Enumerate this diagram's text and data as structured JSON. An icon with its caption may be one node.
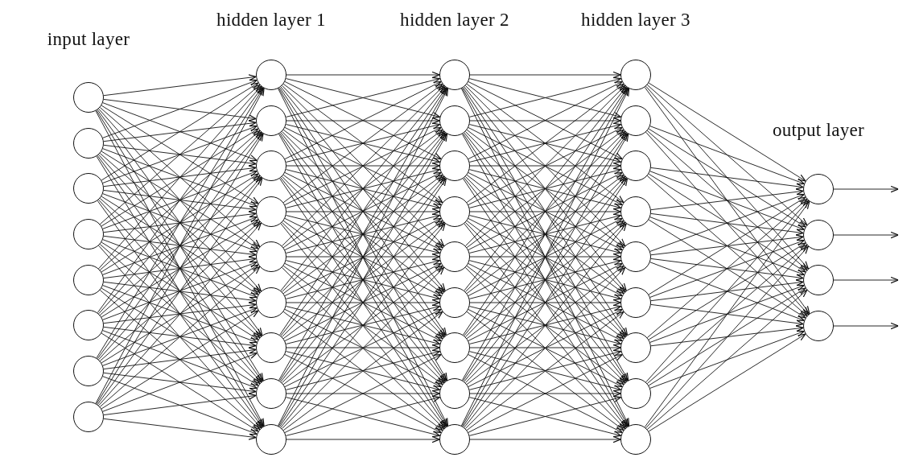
{
  "diagram": {
    "nodes": [
      {
        "text": [],
        "shape": "circle"
      },
      {
        "text": [],
        "shape": "circle"
      },
      {
        "text": [],
        "shape": "circle"
      },
      {
        "text": [],
        "shape": "circle"
      },
      {
        "text": [],
        "shape": "circle"
      },
      {
        "text": [],
        "shape": "circle"
      },
      {
        "text": [],
        "shape": "circle"
      },
      {
        "text": [],
        "shape": "circle"
      },
      {
        "text": [],
        "shape": "circle"
      },
      {
        "text": [],
        "shape": "circle"
      },
      {
        "text": [],
        "shape": "circle"
      },
      {
        "text": [],
        "shape": "circle"
      },
      {
        "text": [],
        "shape": "circle"
      },
      {
        "text": [],
        "shape": "circle"
      },
      {
        "text": [],
        "shape": "circle"
      },
      {
        "text": [],
        "shape": "circle"
      },
      {
        "text": [],
        "shape": "circle"
      },
      {
        "text": [],
        "shape": "circle"
      },
      {
        "text": [],
        "shape": "circle"
      },
      {
        "text": [],
        "shape": "circle"
      },
      {
        "text": [],
        "shape": "circle"
      },
      {
        "text": [],
        "shape": "circle"
      },
      {
        "text": [],
        "shape": "circle"
      },
      {
        "text": [],
        "shape": "circle"
      },
      {
        "text": [],
        "shape": "circle"
      },
      {
        "text": [],
        "shape": "circle"
      },
      {
        "text": [],
        "shape": "circle"
      },
      {
        "text": [],
        "shape": "circle"
      },
      {
        "text": [],
        "shape": "circle"
      },
      {
        "text": [],
        "shape": "circle"
      },
      {
        "text": [],
        "shape": "circle"
      },
      {
        "text": [],
        "shape": "circle"
      },
      {
        "text": [],
        "shape": "circle"
      },
      {
        "text": [],
        "shape": "circle"
      },
      {
        "text": [],
        "shape": "circle"
      },
      {
        "text": [],
        "shape": "circle"
      },
      {
        "text": [],
        "shape": "circle"
      },
      {
        "text": [],
        "shape": "circle"
      },
      {
        "text": [],
        "shape": "circle"
      }
    ],
    "edges": [
      {
        "from": 0,
        "to": 8,
        "arrow": "to"
      },
      {
        "from": 0,
        "to": 9,
        "arrow": "to"
      },
      {
        "from": 0,
        "to": 10,
        "arrow": "to"
      },
      {
        "from": 0,
        "to": 11,
        "arrow": "to"
      },
      {
        "from": 0,
        "to": 12,
        "arrow": "to"
      },
      {
        "from": 0,
        "to": 13,
        "arrow": "to"
      },
      {
        "from": 0,
        "to": 14,
        "arrow": "to"
      },
      {
        "from": 0,
        "to": 15,
        "arrow": "to"
      },
      {
        "from": 0,
        "to": 16,
        "arrow": "to"
      },
      {
        "from": 1,
        "to": 8,
        "arrow": "to"
      },
      {
        "from": 1,
        "to": 9,
        "arrow": "to"
      },
      {
        "from": 1,
        "to": 10,
        "arrow": "to"
      },
      {
        "from": 1,
        "to": 11,
        "arrow": "to"
      },
      {
        "from": 1,
        "to": 12,
        "arrow": "to"
      },
      {
        "from": 1,
        "to": 13,
        "arrow": "to"
      },
      {
        "from": 1,
        "to": 14,
        "arrow": "to"
      },
      {
        "from": 1,
        "to": 15,
        "arrow": "to"
      },
      {
        "from": 1,
        "to": 16,
        "arrow": "to"
      },
      {
        "from": 2,
        "to": 8,
        "arrow": "to"
      },
      {
        "from": 2,
        "to": 9,
        "arrow": "to"
      },
      {
        "from": 2,
        "to": 10,
        "arrow": "to"
      },
      {
        "from": 2,
        "to": 11,
        "arrow": "to"
      },
      {
        "from": 2,
        "to": 12,
        "arrow": "to"
      },
      {
        "from": 2,
        "to": 13,
        "arrow": "to"
      },
      {
        "from": 2,
        "to": 14,
        "arrow": "to"
      },
      {
        "from": 2,
        "to": 15,
        "arrow": "to"
      },
      {
        "from": 2,
        "to": 16,
        "arrow": "to"
      },
      {
        "from": 3,
        "to": 8,
        "arrow": "to"
      },
      {
        "from": 3,
        "to": 9,
        "arrow": "to"
      },
      {
        "from": 3,
        "to": 10,
        "arrow": "to"
      },
      {
        "from": 3,
        "to": 11,
        "arrow": "to"
      },
      {
        "from": 3,
        "to": 12,
        "arrow": "to"
      },
      {
        "from": 3,
        "to": 13,
        "arrow": "to"
      },
      {
        "from": 3,
        "to": 14,
        "arrow": "to"
      },
      {
        "from": 3,
        "to": 15,
        "arrow": "to"
      },
      {
        "from": 3,
        "to": 16,
        "arrow": "to"
      },
      {
        "from": 4,
        "to": 8,
        "arrow": "to"
      },
      {
        "from": 4,
        "to": 9,
        "arrow": "to"
      },
      {
        "from": 4,
        "to": 10,
        "arrow": "to"
      },
      {
        "from": 4,
        "to": 11,
        "arrow": "to"
      },
      {
        "from": 4,
        "to": 12,
        "arrow": "to"
      },
      {
        "from": 4,
        "to": 13,
        "arrow": "to"
      },
      {
        "from": 4,
        "to": 14,
        "arrow": "to"
      },
      {
        "from": 4,
        "to": 15,
        "arrow": "to"
      },
      {
        "from": 4,
        "to": 16,
        "arrow": "to"
      },
      {
        "from": 5,
        "to": 8,
        "arrow": "to"
      },
      {
        "from": 5,
        "to": 9,
        "arrow": "to"
      },
      {
        "from": 5,
        "to": 10,
        "arrow": "to"
      },
      {
        "from": 5,
        "to": 11,
        "arrow": "to"
      },
      {
        "from": 5,
        "to": 12,
        "arrow": "to"
      },
      {
        "from": 5,
        "to": 13,
        "arrow": "to"
      },
      {
        "from": 5,
        "to": 14,
        "arrow": "to"
      },
      {
        "from": 5,
        "to": 15,
        "arrow": "to"
      },
      {
        "from": 5,
        "to": 16,
        "arrow": "to"
      },
      {
        "from": 6,
        "to": 8,
        "arrow": "to"
      },
      {
        "from": 6,
        "to": 9,
        "arrow": "to"
      },
      {
        "from": 6,
        "to": 10,
        "arrow": "to"
      },
      {
        "from": 6,
        "to": 11,
        "arrow": "to"
      },
      {
        "from": 6,
        "to": 12,
        "arrow": "to"
      },
      {
        "from": 6,
        "to": 13,
        "arrow": "to"
      },
      {
        "from": 6,
        "to": 14,
        "arrow": "to"
      },
      {
        "from": 6,
        "to": 15,
        "arrow": "to"
      },
      {
        "from": 6,
        "to": 16,
        "arrow": "to"
      },
      {
        "from": 7,
        "to": 8,
        "arrow": "to"
      },
      {
        "from": 7,
        "to": 9,
        "arrow": "to"
      },
      {
        "from": 7,
        "to": 10,
        "arrow": "to"
      },
      {
        "from": 7,
        "to": 11,
        "arrow": "to"
      },
      {
        "from": 7,
        "to": 12,
        "arrow": "to"
      },
      {
        "from": 7,
        "to": 13,
        "arrow": "to"
      },
      {
        "from": 7,
        "to": 14,
        "arrow": "to"
      },
      {
        "from": 7,
        "to": 15,
        "arrow": "to"
      },
      {
        "from": 7,
        "to": 16,
        "arrow": "to"
      },
      {
        "from": 8,
        "to": 17,
        "arrow": "to"
      },
      {
        "from": 8,
        "to": 18,
        "arrow": "to"
      },
      {
        "from": 8,
        "to": 19,
        "arrow": "to"
      },
      {
        "from": 8,
        "to": 20,
        "arrow": "to"
      },
      {
        "from": 8,
        "to": 21,
        "arrow": "to"
      },
      {
        "from": 8,
        "to": 22,
        "arrow": "to"
      },
      {
        "from": 8,
        "to": 23,
        "arrow": "to"
      },
      {
        "from": 8,
        "to": 24,
        "arrow": "to"
      },
      {
        "from": 8,
        "to": 25,
        "arrow": "to"
      },
      {
        "from": 9,
        "to": 17,
        "arrow": "to"
      },
      {
        "from": 9,
        "to": 18,
        "arrow": "to"
      },
      {
        "from": 9,
        "to": 19,
        "arrow": "to"
      },
      {
        "from": 9,
        "to": 20,
        "arrow": "to"
      },
      {
        "from": 9,
        "to": 21,
        "arrow": "to"
      },
      {
        "from": 9,
        "to": 22,
        "arrow": "to"
      },
      {
        "from": 9,
        "to": 23,
        "arrow": "to"
      },
      {
        "from": 9,
        "to": 24,
        "arrow": "to"
      },
      {
        "from": 9,
        "to": 25,
        "arrow": "to"
      },
      {
        "from": 10,
        "to": 17,
        "arrow": "to"
      },
      {
        "from": 10,
        "to": 18,
        "arrow": "to"
      },
      {
        "from": 10,
        "to": 19,
        "arrow": "to"
      },
      {
        "from": 10,
        "to": 20,
        "arrow": "to"
      },
      {
        "from": 10,
        "to": 21,
        "arrow": "to"
      },
      {
        "from": 10,
        "to": 22,
        "arrow": "to"
      },
      {
        "from": 10,
        "to": 23,
        "arrow": "to"
      },
      {
        "from": 10,
        "to": 24,
        "arrow": "to"
      },
      {
        "from": 10,
        "to": 25,
        "arrow": "to"
      },
      {
        "from": 11,
        "to": 17,
        "arrow": "to"
      },
      {
        "from": 11,
        "to": 18,
        "arrow": "to"
      },
      {
        "from": 11,
        "to": 19,
        "arrow": "to"
      },
      {
        "from": 11,
        "to": 20,
        "arrow": "to"
      },
      {
        "from": 11,
        "to": 21,
        "arrow": "to"
      },
      {
        "from": 11,
        "to": 22,
        "arrow": "to"
      },
      {
        "from": 11,
        "to": 23,
        "arrow": "to"
      },
      {
        "from": 11,
        "to": 24,
        "arrow": "to"
      },
      {
        "from": 11,
        "to": 25,
        "arrow": "to"
      },
      {
        "from": 12,
        "to": 17,
        "arrow": "to"
      },
      {
        "from": 12,
        "to": 18,
        "arrow": "to"
      },
      {
        "from": 12,
        "to": 19,
        "arrow": "to"
      },
      {
        "from": 12,
        "to": 20,
        "arrow": "to"
      },
      {
        "from": 12,
        "to": 21,
        "arrow": "to"
      },
      {
        "from": 12,
        "to": 22,
        "arrow": "to"
      },
      {
        "from": 12,
        "to": 23,
        "arrow": "to"
      },
      {
        "from": 12,
        "to": 24,
        "arrow": "to"
      },
      {
        "from": 12,
        "to": 25,
        "arrow": "to"
      },
      {
        "from": 13,
        "to": 17,
        "arrow": "to"
      },
      {
        "from": 13,
        "to": 18,
        "arrow": "to"
      },
      {
        "from": 13,
        "to": 19,
        "arrow": "to"
      },
      {
        "from": 13,
        "to": 20,
        "arrow": "to"
      },
      {
        "from": 13,
        "to": 21,
        "arrow": "to"
      },
      {
        "from": 13,
        "to": 22,
        "arrow": "to"
      },
      {
        "from": 13,
        "to": 23,
        "arrow": "to"
      },
      {
        "from": 13,
        "to": 24,
        "arrow": "to"
      },
      {
        "from": 13,
        "to": 25,
        "arrow": "to"
      },
      {
        "from": 14,
        "to": 17,
        "arrow": "to"
      },
      {
        "from": 14,
        "to": 18,
        "arrow": "to"
      },
      {
        "from": 14,
        "to": 19,
        "arrow": "to"
      },
      {
        "from": 14,
        "to": 20,
        "arrow": "to"
      },
      {
        "from": 14,
        "to": 21,
        "arrow": "to"
      },
      {
        "from": 14,
        "to": 22,
        "arrow": "to"
      },
      {
        "from": 14,
        "to": 23,
        "arrow": "to"
      },
      {
        "from": 14,
        "to": 24,
        "arrow": "to"
      },
      {
        "from": 14,
        "to": 25,
        "arrow": "to"
      },
      {
        "from": 15,
        "to": 17,
        "arrow": "to"
      },
      {
        "from": 15,
        "to": 18,
        "arrow": "to"
      },
      {
        "from": 15,
        "to": 19,
        "arrow": "to"
      },
      {
        "from": 15,
        "to": 20,
        "arrow": "to"
      },
      {
        "from": 15,
        "to": 21,
        "arrow": "to"
      },
      {
        "from": 15,
        "to": 22,
        "arrow": "to"
      },
      {
        "from": 15,
        "to": 23,
        "arrow": "to"
      },
      {
        "from": 15,
        "to": 24,
        "arrow": "to"
      },
      {
        "from": 15,
        "to": 25,
        "arrow": "to"
      },
      {
        "from": 16,
        "to": 17,
        "arrow": "to"
      },
      {
        "from": 16,
        "to": 18,
        "arrow": "to"
      },
      {
        "from": 16,
        "to": 19,
        "arrow": "to"
      },
      {
        "from": 16,
        "to": 20,
        "arrow": "to"
      },
      {
        "from": 16,
        "to": 21,
        "arrow": "to"
      },
      {
        "from": 16,
        "to": 22,
        "arrow": "to"
      },
      {
        "from": 16,
        "to": 23,
        "arrow": "to"
      },
      {
        "from": 16,
        "to": 24,
        "arrow": "to"
      },
      {
        "from": 16,
        "to": 25,
        "arrow": "to"
      },
      {
        "from": 17,
        "to": 26,
        "arrow": "to"
      },
      {
        "from": 17,
        "to": 27,
        "arrow": "to"
      },
      {
        "from": 17,
        "to": 28,
        "arrow": "to"
      },
      {
        "from": 17,
        "to": 29,
        "arrow": "to"
      },
      {
        "from": 17,
        "to": 30,
        "arrow": "to"
      },
      {
        "from": 17,
        "to": 31,
        "arrow": "to"
      },
      {
        "from": 17,
        "to": 32,
        "arrow": "to"
      },
      {
        "from": 17,
        "to": 33,
        "arrow": "to"
      },
      {
        "from": 17,
        "to": 34,
        "arrow": "to"
      },
      {
        "from": 18,
        "to": 26,
        "arrow": "to"
      },
      {
        "from": 18,
        "to": 27,
        "arrow": "to"
      },
      {
        "from": 18,
        "to": 28,
        "arrow": "to"
      },
      {
        "from": 18,
        "to": 29,
        "arrow": "to"
      },
      {
        "from": 18,
        "to": 30,
        "arrow": "to"
      },
      {
        "from": 18,
        "to": 31,
        "arrow": "to"
      },
      {
        "from": 18,
        "to": 32,
        "arrow": "to"
      },
      {
        "from": 18,
        "to": 33,
        "arrow": "to"
      },
      {
        "from": 18,
        "to": 34,
        "arrow": "to"
      },
      {
        "from": 19,
        "to": 26,
        "arrow": "to"
      },
      {
        "from": 19,
        "to": 27,
        "arrow": "to"
      },
      {
        "from": 19,
        "to": 28,
        "arrow": "to"
      },
      {
        "from": 19,
        "to": 29,
        "arrow": "to"
      },
      {
        "from": 19,
        "to": 30,
        "arrow": "to"
      },
      {
        "from": 19,
        "to": 31,
        "arrow": "to"
      },
      {
        "from": 19,
        "to": 32,
        "arrow": "to"
      },
      {
        "from": 19,
        "to": 33,
        "arrow": "to"
      },
      {
        "from": 19,
        "to": 34,
        "arrow": "to"
      },
      {
        "from": 20,
        "to": 26,
        "arrow": "to"
      },
      {
        "from": 20,
        "to": 27,
        "arrow": "to"
      },
      {
        "from": 20,
        "to": 28,
        "arrow": "to"
      },
      {
        "from": 20,
        "to": 29,
        "arrow": "to"
      },
      {
        "from": 20,
        "to": 30,
        "arrow": "to"
      },
      {
        "from": 20,
        "to": 31,
        "arrow": "to"
      },
      {
        "from": 20,
        "to": 32,
        "arrow": "to"
      },
      {
        "from": 20,
        "to": 33,
        "arrow": "to"
      },
      {
        "from": 20,
        "to": 34,
        "arrow": "to"
      },
      {
        "from": 21,
        "to": 26,
        "arrow": "to"
      },
      {
        "from": 21,
        "to": 27,
        "arrow": "to"
      },
      {
        "from": 21,
        "to": 28,
        "arrow": "to"
      },
      {
        "from": 21,
        "to": 29,
        "arrow": "to"
      },
      {
        "from": 21,
        "to": 30,
        "arrow": "to"
      },
      {
        "from": 21,
        "to": 31,
        "arrow": "to"
      },
      {
        "from": 21,
        "to": 32,
        "arrow": "to"
      },
      {
        "from": 21,
        "to": 33,
        "arrow": "to"
      },
      {
        "from": 21,
        "to": 34,
        "arrow": "to"
      },
      {
        "from": 22,
        "to": 26,
        "arrow": "to"
      },
      {
        "from": 22,
        "to": 27,
        "arrow": "to"
      },
      {
        "from": 22,
        "to": 28,
        "arrow": "to"
      },
      {
        "from": 22,
        "to": 29,
        "arrow": "to"
      },
      {
        "from": 22,
        "to": 30,
        "arrow": "to"
      },
      {
        "from": 22,
        "to": 31,
        "arrow": "to"
      },
      {
        "from": 22,
        "to": 32,
        "arrow": "to"
      },
      {
        "from": 22,
        "to": 33,
        "arrow": "to"
      },
      {
        "from": 22,
        "to": 34,
        "arrow": "to"
      },
      {
        "from": 23,
        "to": 26,
        "arrow": "to"
      },
      {
        "from": 23,
        "to": 27,
        "arrow": "to"
      },
      {
        "from": 23,
        "to": 28,
        "arrow": "to"
      },
      {
        "from": 23,
        "to": 29,
        "arrow": "to"
      },
      {
        "from": 23,
        "to": 30,
        "arrow": "to"
      },
      {
        "from": 23,
        "to": 31,
        "arrow": "to"
      },
      {
        "from": 23,
        "to": 32,
        "arrow": "to"
      },
      {
        "from": 23,
        "to": 33,
        "arrow": "to"
      },
      {
        "from": 23,
        "to": 34,
        "arrow": "to"
      },
      {
        "from": 24,
        "to": 26,
        "arrow": "to"
      },
      {
        "from": 24,
        "to": 27,
        "arrow": "to"
      },
      {
        "from": 24,
        "to": 28,
        "arrow": "to"
      },
      {
        "from": 24,
        "to": 29,
        "arrow": "to"
      },
      {
        "from": 24,
        "to": 30,
        "arrow": "to"
      },
      {
        "from": 24,
        "to": 31,
        "arrow": "to"
      },
      {
        "from": 24,
        "to": 32,
        "arrow": "to"
      },
      {
        "from": 24,
        "to": 33,
        "arrow": "to"
      },
      {
        "from": 24,
        "to": 34,
        "arrow": "to"
      },
      {
        "from": 25,
        "to": 26,
        "arrow": "to"
      },
      {
        "from": 25,
        "to": 27,
        "arrow": "to"
      },
      {
        "from": 25,
        "to": 28,
        "arrow": "to"
      },
      {
        "from": 25,
        "to": 29,
        "arrow": "to"
      },
      {
        "from": 25,
        "to": 30,
        "arrow": "to"
      },
      {
        "from": 25,
        "to": 31,
        "arrow": "to"
      },
      {
        "from": 25,
        "to": 32,
        "arrow": "to"
      },
      {
        "from": 25,
        "to": 33,
        "arrow": "to"
      },
      {
        "from": 25,
        "to": 34,
        "arrow": "to"
      },
      {
        "from": 26,
        "to": 35,
        "arrow": "to"
      },
      {
        "from": 26,
        "to": 36,
        "arrow": "to"
      },
      {
        "from": 26,
        "to": 37,
        "arrow": "to"
      },
      {
        "from": 26,
        "to": 38,
        "arrow": "to"
      },
      {
        "from": 27,
        "to": 35,
        "arrow": "to"
      },
      {
        "from": 27,
        "to": 36,
        "arrow": "to"
      },
      {
        "from": 27,
        "to": 37,
        "arrow": "to"
      },
      {
        "from": 27,
        "to": 38,
        "arrow": "to"
      },
      {
        "from": 28,
        "to": 35,
        "arrow": "to"
      },
      {
        "from": 28,
        "to": 36,
        "arrow": "to"
      },
      {
        "from": 28,
        "to": 37,
        "arrow": "to"
      },
      {
        "from": 28,
        "to": 38,
        "arrow": "to"
      },
      {
        "from": 29,
        "to": 35,
        "arrow": "to"
      },
      {
        "from": 29,
        "to": 36,
        "arrow": "to"
      },
      {
        "from": 29,
        "to": 37,
        "arrow": "to"
      },
      {
        "from": 29,
        "to": 38,
        "arrow": "to"
      },
      {
        "from": 30,
        "to": 35,
        "arrow": "to"
      },
      {
        "from": 30,
        "to": 36,
        "arrow": "to"
      },
      {
        "from": 30,
        "to": 37,
        "arrow": "to"
      },
      {
        "from": 30,
        "to": 38,
        "arrow": "to"
      },
      {
        "from": 31,
        "to": 35,
        "arrow": "to"
      },
      {
        "from": 31,
        "to": 36,
        "arrow": "to"
      },
      {
        "from": 31,
        "to": 37,
        "arrow": "to"
      },
      {
        "from": 31,
        "to": 38,
        "arrow": "to"
      },
      {
        "from": 32,
        "to": 35,
        "arrow": "to"
      },
      {
        "from": 32,
        "to": 36,
        "arrow": "to"
      },
      {
        "from": 32,
        "to": 37,
        "arrow": "to"
      },
      {
        "from": 32,
        "to": 38,
        "arrow": "to"
      },
      {
        "from": 33,
        "to": 35,
        "arrow": "to"
      },
      {
        "from": 33,
        "to": 36,
        "arrow": "to"
      },
      {
        "from": 33,
        "to": 37,
        "arrow": "to"
      },
      {
        "from": 33,
        "to": 38,
        "arrow": "to"
      },
      {
        "from": 34,
        "to": 35,
        "arrow": "to"
      },
      {
        "from": 34,
        "to": 36,
        "arrow": "to"
      },
      {
        "from": 34,
        "to": 37,
        "arrow": "to"
      },
      {
        "from": 34,
        "to": 38,
        "arrow": "to"
      },
      {
        "from": 35,
        "to": null,
        "arrow": "to"
      },
      {
        "from": 36,
        "to": null,
        "arrow": "to"
      },
      {
        "from": 37,
        "to": null,
        "arrow": "to"
      },
      {
        "from": 38,
        "to": null,
        "arrow": "to"
      }
    ],
    "labels": [
      "input layer",
      "hidden layer 1",
      "hidden layer 2",
      "hidden layer 3",
      "output layer"
    ]
  }
}
